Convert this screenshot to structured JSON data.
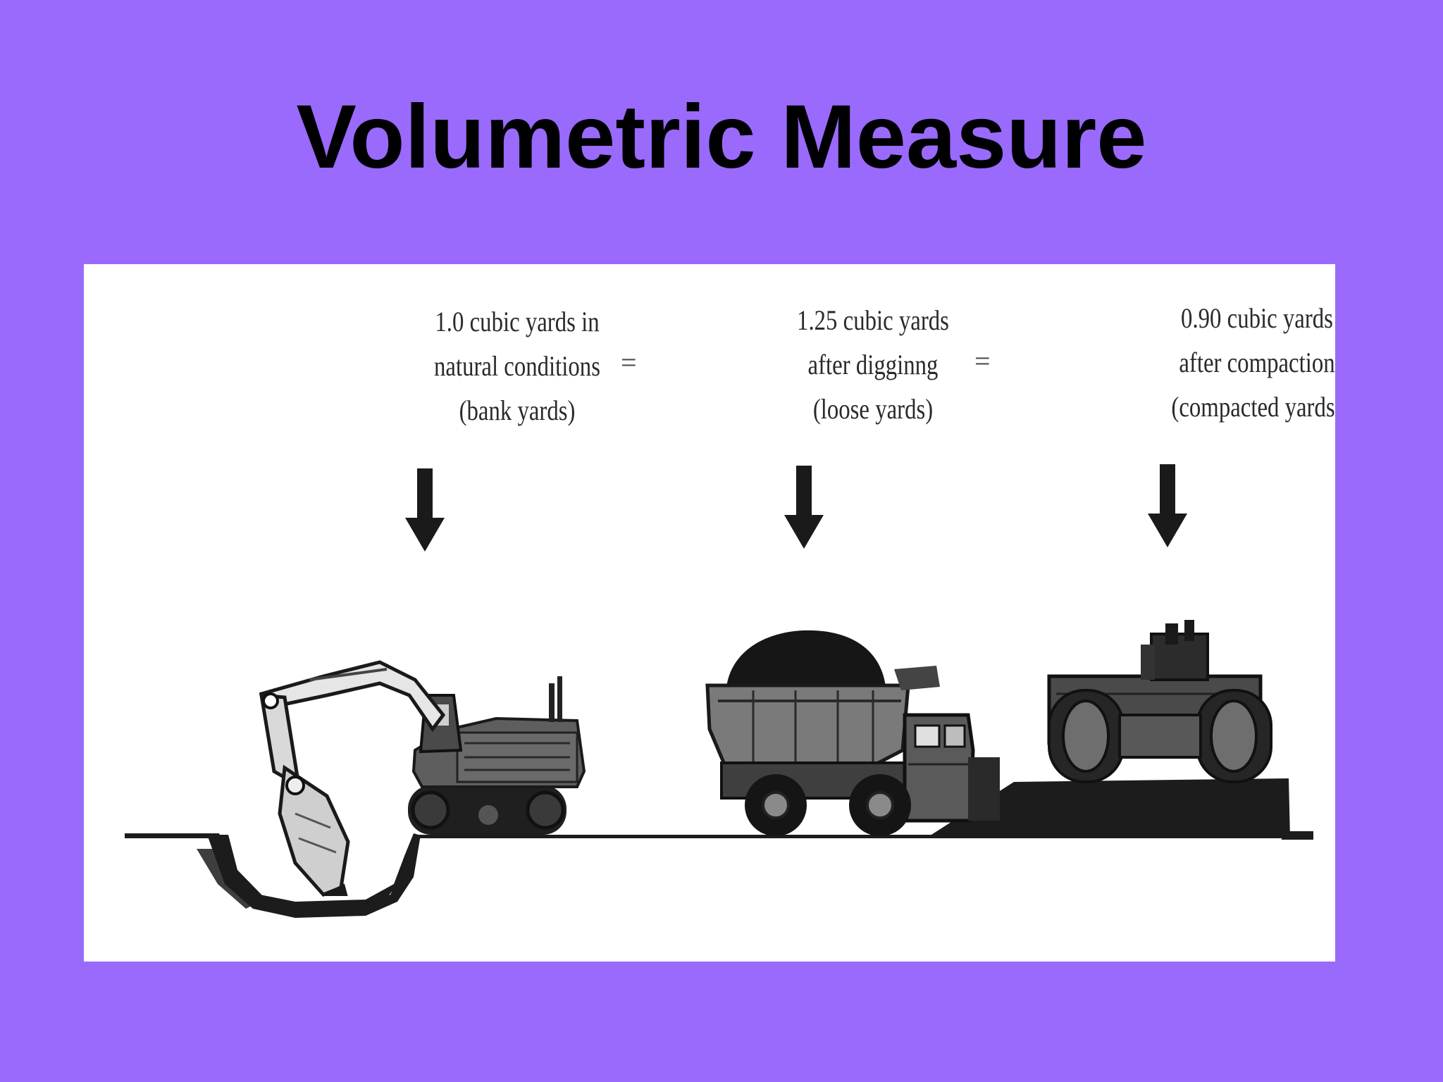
{
  "slide": {
    "title": "Volumetric Measure"
  },
  "diagram": {
    "stages": [
      {
        "lines": [
          "1.0 cubic yards in",
          "natural conditions",
          "(bank yards)"
        ],
        "equipment_icon": "excavator-icon"
      },
      {
        "lines": [
          "1.25 cubic yards",
          "after digginng",
          "(loose yards)"
        ],
        "equipment_icon": "dump-truck-icon"
      },
      {
        "lines": [
          "0.90 cubic yards",
          "after compaction",
          "(compacted yards)"
        ],
        "equipment_icon": "compactor-roller-icon"
      }
    ],
    "separators": [
      "=",
      "="
    ],
    "arrow_icon": "arrow-down-icon"
  },
  "colors": {
    "background": "#9a6afc",
    "figure_background": "#ffffff",
    "ink": "#1a1a1a"
  }
}
